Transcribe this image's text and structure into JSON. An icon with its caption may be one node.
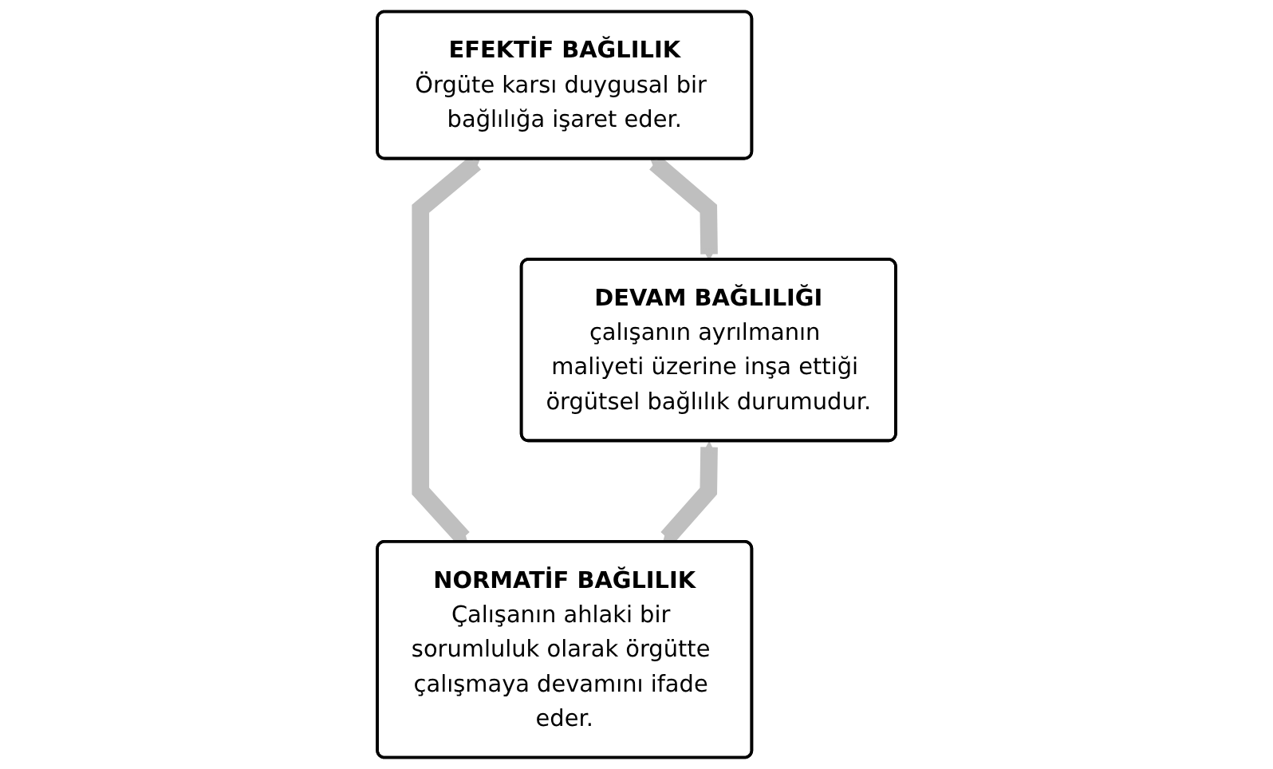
{
  "diagram": {
    "nodes": [
      {
        "text": [
          "EFEKTİF BAĞLILIK",
          "Örgüte karsı duygusal bir bağlılığa işaret eder."
        ]
      },
      {
        "text": [
          "DEVAM BAĞLILIĞI",
          "çalışanın ayrılmanın maliyeti üzerine inşa ettiği örgütsel bağlılık durumudur."
        ]
      },
      {
        "text": [
          "NORMATİF BAĞLILIK",
          "Çalışanın ahlaki bir sorumluluk olarak örgütte çalışmaya devamını ifade eder."
        ]
      }
    ],
    "edges": [
      {
        "from": 0,
        "to": 1,
        "arrow": "both"
      },
      {
        "from": 0,
        "to": 2,
        "arrow": "both"
      },
      {
        "from": 1,
        "to": 2,
        "arrow": "both"
      }
    ]
  }
}
